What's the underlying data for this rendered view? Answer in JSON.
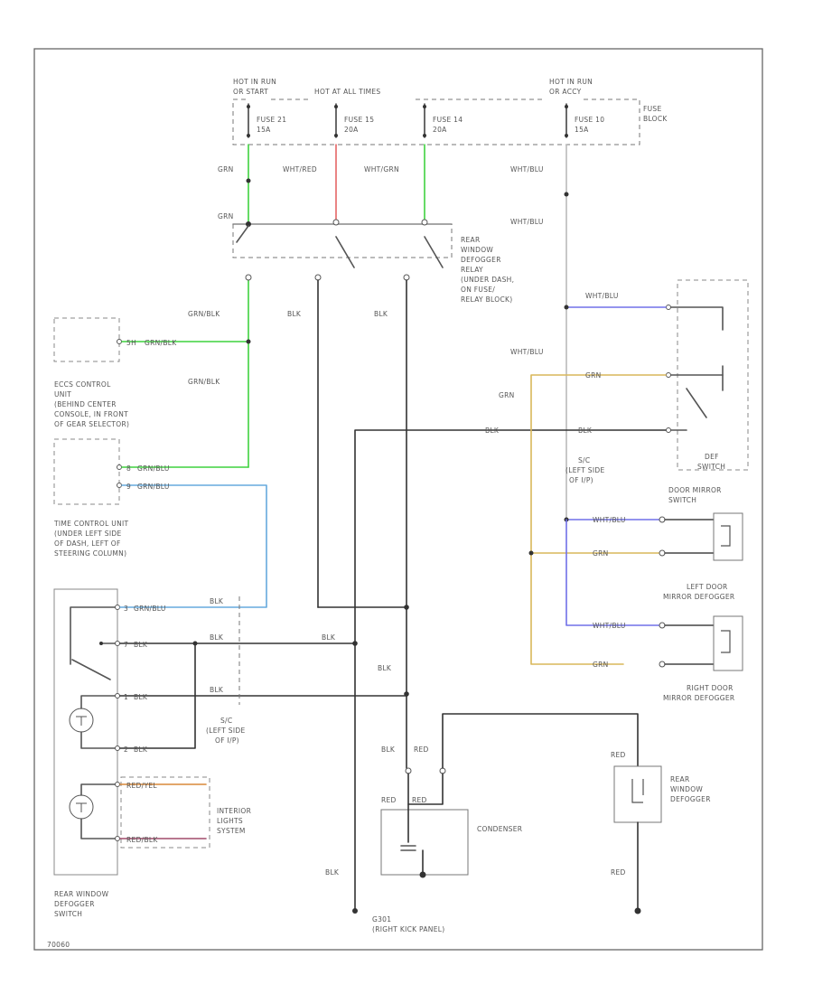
{
  "colors": {
    "green": "#3fd23f",
    "red": "#e46666",
    "blue": "#7070e8",
    "tan": "#d9b75a",
    "teal": "#66aadd",
    "black": "#333333",
    "gray": "#bbbbbb",
    "orange": "#d88838",
    "purple": "#a04a6a"
  },
  "labels": {
    "hot_in_run_1": "HOT IN RUN",
    "hot_in_run_1b": "OR START",
    "hot_at_all_times": "HOT AT ALL TIMES",
    "hot_in_run_2": "HOT IN RUN",
    "hot_in_run_2b": "OR ACCY",
    "fuse_21": "FUSE 21",
    "fuse_21_amp": "15A",
    "fuse_15": "FUSE 15",
    "fuse_15_amp": "20A",
    "fuse_14": "FUSE 14",
    "fuse_14_amp": "20A",
    "fuse_10": "FUSE 10",
    "fuse_10_amp": "15A",
    "fuse_block": "FUSE",
    "fuse_block_2": "BLOCK",
    "wire_grn_1": "GRN",
    "wire_wht_red": "WHT/RED",
    "wire_wht_grn": "WHT/GRN",
    "wire_wht_blu_top": "WHT/BLU",
    "wire_grn_2": "GRN",
    "wire_wht_blu_2": "WHT/BLU",
    "relay_1": "REAR",
    "relay_2": "WINDOW",
    "relay_3": "DEFOGGER",
    "relay_4": "RELAY",
    "relay_5": "(UNDER DASH,",
    "relay_6": "ON FUSE/",
    "relay_7": "RELAY BLOCK)",
    "wire_grn_blk_1": "GRN/BLK",
    "wire_blk_1": "BLK",
    "wire_blk_2": "BLK",
    "wire_wht_blu_3": "WHT/BLU",
    "wire_wht_blu_4": "WHT/BLU",
    "ecu_pin": "5H",
    "ecu_wire": "GRN/BLK",
    "wire_grn_blk_2": "GRN/BLK",
    "ecu_1": "ECCS CONTROL",
    "ecu_2": "UNIT",
    "ecu_3": "(BEHIND CENTER",
    "ecu_4": "CONSOLE, IN FRONT",
    "ecu_5": "OF GEAR SELECTOR)",
    "wire_wht_blu_5": "WHT/BLU",
    "wire_grn_mid": "GRN",
    "wire_grn_3": "GRN",
    "wire_blk_3": "BLK",
    "wire_blk_4": "BLK",
    "tcu_pin_1": "8",
    "tcu_wire_1": "GRN/BLU",
    "tcu_pin_2": "9",
    "tcu_wire_2": "GRN/BLU",
    "tcu_1": "TIME CONTROL UNIT",
    "tcu_2": "(UNDER LEFT SIDE",
    "tcu_3": "OF DASH, LEFT OF",
    "tcu_4": "STEERING COLUMN)",
    "splice_1": "S/C",
    "splice_2": "(LEFT SIDE",
    "splice_3": "OF I/P)",
    "def_sw_1": "DEF",
    "def_sw_2": "SWITCH",
    "dm_switch_1": "DOOR MIRROR",
    "dm_switch_2": "SWITCH",
    "ldm_wire_1": "WHT/BLU",
    "ldm_wire_2": "GRN",
    "ldm_1": "LEFT DOOR",
    "ldm_2": "MIRROR DEFOGGER",
    "rdm_wire_1": "WHT/BLU",
    "rdm_wire_2": "GRN",
    "rdm_1": "RIGHT DOOR",
    "rdm_2": "MIRROR DEFOGGER",
    "sw_pin_1": "3",
    "sw_wire_1": "GRN/BLU",
    "sw_pin_2": "7",
    "sw_wire_2": "BLK",
    "sw_wire_3": "BLK",
    "sw_pin_4": "1",
    "sw_wire_4": "BLK",
    "sw_wire_5": "BLK",
    "sw_wire_6": "BLK",
    "sw_pin_7": "2",
    "sw_wire_7": "BLK",
    "wire_blk_5": "BLK",
    "wire_blk_6": "BLK",
    "wire_red_1": "RED",
    "cond_wire_1": "RED",
    "cond_wire_2": "RED",
    "condenser": "CONDENSER",
    "wire_red_2": "RED",
    "rwd_1": "REAR",
    "rwd_2": "WINDOW",
    "rwd_3": "DEFOGGER",
    "wire_red_3": "RED",
    "il_wire_1": "RED/YEL",
    "il_wire_2": "RED/BLK",
    "il_1": "INTERIOR",
    "il_2": "LIGHTS",
    "il_3": "SYSTEM",
    "wire_blk_7": "BLK",
    "rwds_1": "REAR WINDOW",
    "rwds_2": "DEFOGGER",
    "rwds_3": "SWITCH",
    "ground_1": "G301",
    "ground_2": "(RIGHT KICK PANEL)",
    "fig_id": "70060"
  }
}
